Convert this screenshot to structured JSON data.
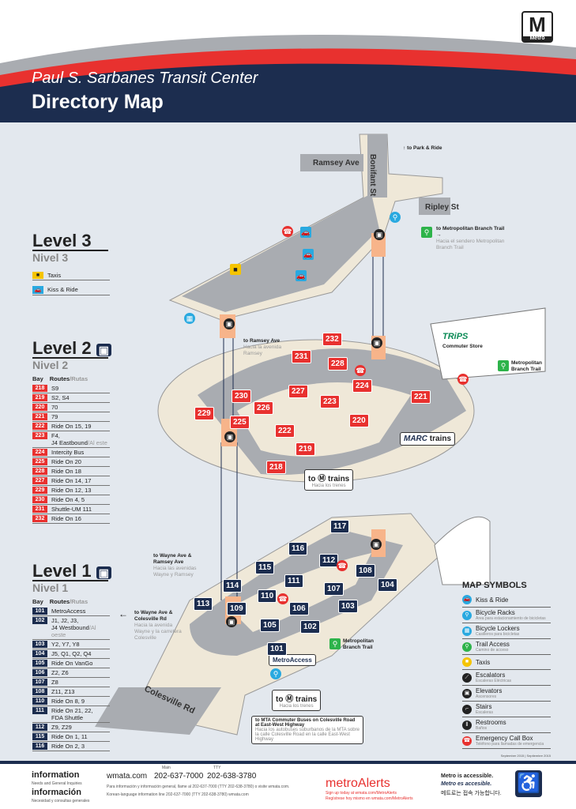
{
  "header": {
    "subtitle": "Paul S. Sarbanes Transit Center",
    "title": "Directory Map",
    "logo": "M",
    "logo_sub": "Metro"
  },
  "colors": {
    "navy": "#1c2d4f",
    "red": "#e8312f",
    "gray": "#a9acb1",
    "bg": "#e3e8ee"
  },
  "level3": {
    "title": "Level 3",
    "nivel": "Nivel 3",
    "legend": [
      {
        "icon": "taxi-icon",
        "label": "Taxis"
      },
      {
        "icon": "kiss-ride-icon",
        "label": "Kiss & Ride"
      }
    ]
  },
  "level2": {
    "title": "Level 2",
    "nivel": "Nivel 2",
    "col_bay": "Bay",
    "col_routes": "Routes",
    "col_routes_es": "/Rutas",
    "rows": [
      {
        "bay": "218",
        "routes": "S9"
      },
      {
        "bay": "219",
        "routes": "S2, S4"
      },
      {
        "bay": "220",
        "routes": "70"
      },
      {
        "bay": "221",
        "routes": "79"
      },
      {
        "bay": "222",
        "routes": "Ride On 15, 19"
      },
      {
        "bay": "223",
        "routes": "F4,",
        "routes2": "J4 Eastbound",
        "es": "/Al este"
      },
      {
        "bay": "224",
        "routes": "Intercity Bus"
      },
      {
        "bay": "225",
        "routes": "Ride On 20"
      },
      {
        "bay": "228",
        "routes": "Ride On 18"
      },
      {
        "bay": "227",
        "routes": "Ride On 14, 17"
      },
      {
        "bay": "229",
        "routes": "Ride On 12, 13"
      },
      {
        "bay": "230",
        "routes": "Ride On 4, 5"
      },
      {
        "bay": "231",
        "routes": "Shuttle-UM 111"
      },
      {
        "bay": "232",
        "routes": "Ride On 16"
      }
    ]
  },
  "level1": {
    "title": "Level 1",
    "nivel": "Nivel 1",
    "col_bay": "Bay",
    "col_routes": "Routes",
    "col_routes_es": "/Rutas",
    "rows": [
      {
        "bay": "101",
        "routes": "MetroAccess"
      },
      {
        "bay": "102",
        "routes": "J1, J2, J3,",
        "routes2": "J4 Westbound",
        "es": "/Al oeste"
      },
      {
        "bay": "103",
        "routes": "Y2, Y7, Y8"
      },
      {
        "bay": "104",
        "routes": "J5, Q1, Q2, Q4"
      },
      {
        "bay": "105",
        "routes": "Ride On VanGo"
      },
      {
        "bay": "106",
        "routes": "Z2, Z6"
      },
      {
        "bay": "107",
        "routes": "Z8"
      },
      {
        "bay": "108",
        "routes": "Z11, Z13"
      },
      {
        "bay": "110",
        "routes": "Ride On 8, 9"
      },
      {
        "bay": "111",
        "routes": "Ride On 21, 22,",
        "routes2": "FDA Shuttle"
      },
      {
        "bay": "112",
        "routes": "Z9, Z29"
      },
      {
        "bay": "115",
        "routes": "Ride On 1, 11"
      },
      {
        "bay": "116",
        "routes": "Ride On 2, 3"
      }
    ]
  },
  "map": {
    "streets": {
      "ramsey": "Ramsey Ave",
      "bonifant": "Bonifant St",
      "ripley": "Ripley St",
      "colesville": "Colesville Rd"
    },
    "notes": {
      "park_ride": "to Park & Ride",
      "trail_top": "to Metropolitan Branch Trail",
      "trail_top_es": "Hacia el sendero Metropolitan Branch Trail",
      "trips": "TRiPS",
      "trips_sub": "Commuter Store",
      "trail_mid": "Metropolitan Branch Trail",
      "ramsey_l2": "to Ramsey Ave",
      "ramsey_l2_es": "Hacia la avenida Ramsey",
      "marc": "MARC",
      "marc_trains": "trains",
      "to_trains": "to",
      "trains": "trains",
      "trains_es": "Hacia los trenes",
      "wayne_ramsey": "to Wayne Ave & Ramsey Ave",
      "wayne_ramsey_es": "Hacia las avenidas Wayne y Ramsey",
      "wayne_colesville": "to Wayne Ave & Colesville Rd",
      "wayne_colesville_es": "Hacia la avenida Wayne y la carretera Colesville",
      "trail_l1": "Metropolitan Branch Trail",
      "metroaccess": "MetroAccess",
      "mta": "to MTA Commuter Buses on Colesville Road at East-West Highway",
      "mta_es": "Hacia los autobuses suburbanos de la MTA sobre la calle Colesville Road en la calle East-West Highway"
    },
    "l2_bays": [
      "232",
      "231",
      "228",
      "224",
      "227",
      "230",
      "226",
      "223",
      "221",
      "229",
      "225",
      "222",
      "220",
      "219",
      "218"
    ],
    "l1_bays": [
      "117",
      "116",
      "115",
      "112",
      "108",
      "111",
      "114",
      "107",
      "104",
      "110",
      "113",
      "109",
      "106",
      "103",
      "105",
      "102",
      "101"
    ]
  },
  "symbols": {
    "title": "MAP SYMBOLS",
    "items": [
      {
        "label": "Kiss & Ride",
        "es": "",
        "color": "#29a9e0",
        "glyph": "🚗"
      },
      {
        "label": "Bicycle Racks",
        "es": "Área para estacionamiento de bicicletas",
        "color": "#29a9e0",
        "glyph": "⚲"
      },
      {
        "label": "Bicycle Lockers",
        "es": "Casilleros para bicicletas",
        "color": "#29a9e0",
        "glyph": "▦"
      },
      {
        "label": "Trail Access",
        "es": "Camino de acceso",
        "color": "#2db34a",
        "glyph": "⚲"
      },
      {
        "label": "Taxis",
        "es": "",
        "color": "#f5c400",
        "glyph": "■"
      },
      {
        "label": "Escalators",
        "es": "Escaleras Eléctricas",
        "color": "#222",
        "glyph": "⟋"
      },
      {
        "label": "Elevators",
        "es": "Ascensores",
        "color": "#222",
        "glyph": "▣"
      },
      {
        "label": "Stairs",
        "es": "Escaleras",
        "color": "#222",
        "glyph": "⌐"
      },
      {
        "label": "Restrooms",
        "es": "Baños",
        "color": "#222",
        "glyph": "⫴"
      },
      {
        "label": "Emergency Call Box",
        "es": "Teléfono para llamadas de emergencia",
        "color": "#e8312f",
        "glyph": "☎"
      }
    ],
    "date": "September 2015 | Septiembre 2015"
  },
  "footer": {
    "info": "information",
    "info_sub": "Needs and General Inquiries",
    "info_es": "información",
    "info_es_sub": "Necesidad y consultas generales",
    "web": "wmata.com",
    "phone_label": "Main",
    "phone": "202-637-7000",
    "tty_label": "TTY",
    "tty": "202-638-3780",
    "line1": "Para información y información general, llame al 202-637-7000 (TTY 202-638-3780) o visite wmata.com.",
    "line2": "Korean-language information line 202-637-7000 (TTY 202-638-3780) wmata.com",
    "alerts": "metroAlerts",
    "alerts_1": "Sign up today at wmata.com/MetroAlerts",
    "alerts_2": "Regístrese hoy mismo en wmata.com/MetroAlerts",
    "access1": "Metro is accessible.",
    "access2": "Metro es accesible.",
    "access3": "메트로는 접속 가능합니다."
  }
}
